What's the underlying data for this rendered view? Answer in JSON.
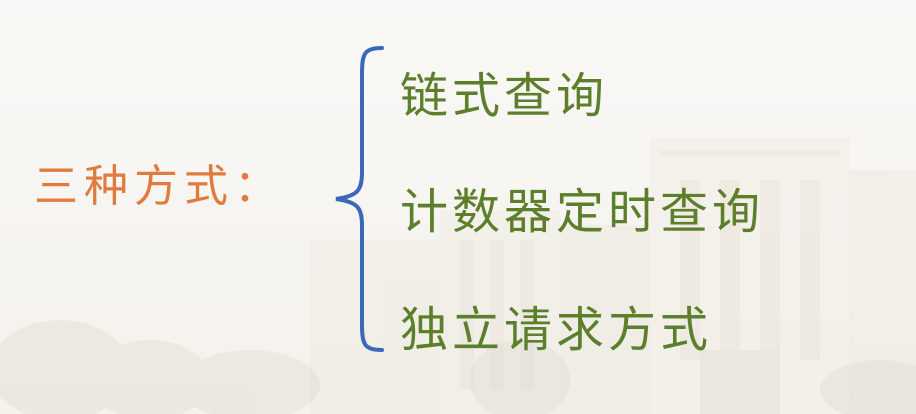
{
  "diagram": {
    "root": {
      "label": "三种方式：",
      "color": "#e07a3e"
    },
    "brace_color": "#3b68b8",
    "branch_color": "#5c7f2b",
    "branches": [
      {
        "label": "链式查询"
      },
      {
        "label": "计数器定时查询"
      },
      {
        "label": "独立请求方式"
      }
    ]
  }
}
